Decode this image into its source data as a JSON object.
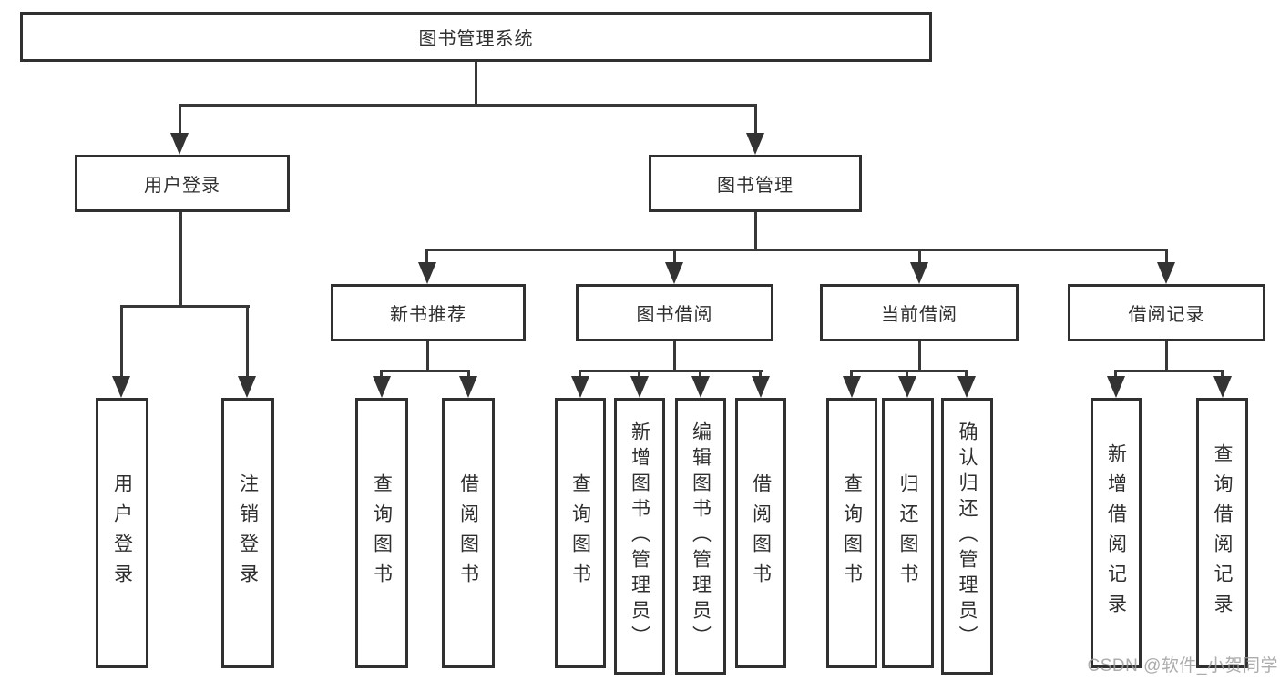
{
  "root": {
    "label": "图书管理系统"
  },
  "branches": {
    "user_login": {
      "label": "用户登录",
      "children": [
        {
          "label": "用户登录"
        },
        {
          "label": "注销登录"
        }
      ]
    },
    "book_management": {
      "label": "图书管理",
      "sections": [
        {
          "label": "新书推荐",
          "children": [
            {
              "label": "查询图书"
            },
            {
              "label": "借阅图书"
            }
          ]
        },
        {
          "label": "图书借阅",
          "children": [
            {
              "label": "查询图书"
            },
            {
              "label": "新增图书（管理员）"
            },
            {
              "label": "编辑图书（管理员）"
            },
            {
              "label": "借阅图书"
            }
          ]
        },
        {
          "label": "当前借阅",
          "children": [
            {
              "label": "查询图书"
            },
            {
              "label": "归还图书"
            },
            {
              "label": "确认归还（管理员）"
            }
          ]
        },
        {
          "label": "借阅记录",
          "children": [
            {
              "label": "新增借阅记录"
            },
            {
              "label": "查询借阅记录"
            }
          ]
        }
      ]
    }
  },
  "watermark": "CSDN @软件_小贺同学",
  "colors": {
    "line": "#383838",
    "border": "#303030",
    "text": "#2f2f2f",
    "watermark": "#9e9e9e",
    "background": "#ffffff"
  }
}
